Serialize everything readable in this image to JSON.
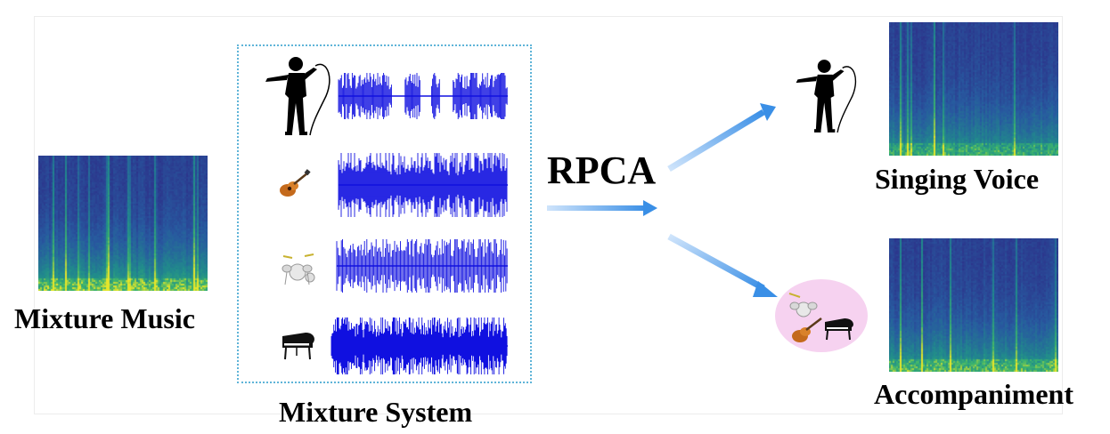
{
  "labels": {
    "mixture_music": "Mixture Music",
    "mixture_system": "Mixture System",
    "rpca": "RPCA",
    "singing_voice": "Singing Voice",
    "accompaniment": "Accompaniment"
  },
  "icons": {
    "singer": "singer-silhouette-icon",
    "guitar": "guitar-icon",
    "drums": "drum-kit-icon",
    "piano": "grand-piano-icon",
    "accompaniment_group": "accompaniment-instruments-icon"
  },
  "colors": {
    "waveform": "#1010e0",
    "arrow": "#4a9ae8",
    "spectrogram_top": "#2e2a86",
    "spectrogram_mid": "#2a7f9a",
    "spectrogram_bottom": "#e6e62a",
    "dotted_border": "#5fb4d8",
    "accompaniment_bubble": "#f6d2f0"
  }
}
